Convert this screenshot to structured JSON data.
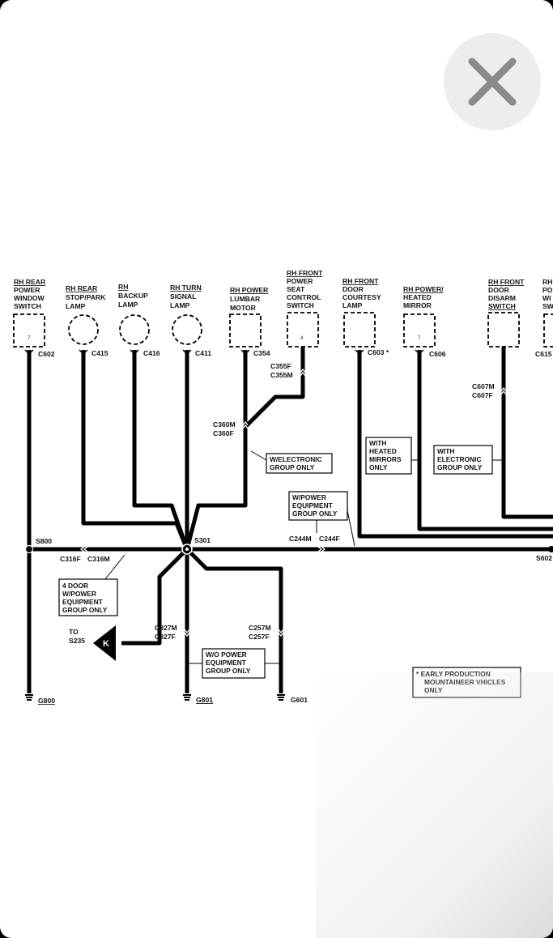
{
  "viewer": {
    "close_icon": "close-x-icon"
  },
  "components": [
    {
      "name": "RH REAR POWER WINDOW SWITCH",
      "lines": [
        "RH REAR",
        "POWER",
        "WINDOW",
        "SWITCH"
      ],
      "pin": "7",
      "connector": "C602"
    },
    {
      "name": "RH REAR STOP/PARK LAMP",
      "lines": [
        "RH REAR",
        "STOP/PARK",
        "LAMP"
      ],
      "connector": "C415"
    },
    {
      "name": "RH BACKUP LAMP",
      "lines": [
        "RH",
        "BACKUP",
        "LAMP"
      ],
      "connector": "C416"
    },
    {
      "name": "RH TURN SIGNAL LAMP",
      "lines": [
        "RH TURN",
        "SIGNAL",
        "LAMP"
      ],
      "connector": "C411"
    },
    {
      "name": "RH POWER LUMBAR MOTOR",
      "lines": [
        "RH POWER",
        "LUMBAR",
        "MOTOR"
      ],
      "connector": "C354"
    },
    {
      "name": "RH FRONT POWER SEAT CONTROL SWITCH",
      "lines": [
        "RH FRONT",
        "POWER",
        "SEAT",
        "CONTROL",
        "SWITCH"
      ],
      "pin": "4"
    },
    {
      "name": "RH FRONT DOOR COURTESY LAMP",
      "lines": [
        "RH FRONT",
        "DOOR",
        "COURTESY",
        "LAMP"
      ],
      "connector": "C603 *"
    },
    {
      "name": "RH POWER/ HEATED MIRROR",
      "lines": [
        "RH POWER/",
        "HEATED",
        "MIRROR"
      ],
      "pin": "7",
      "connector": "C606"
    },
    {
      "name": "RH FRONT DOOR DISARM SWITCH",
      "lines": [
        "RH FRONT",
        "DOOR",
        "DISARM",
        "SWITCH"
      ]
    },
    {
      "name": "RH FRONT POWER WINDOW SWITCH (partial)",
      "lines": [
        "RH FRO",
        "PO",
        "WI",
        "SW"
      ],
      "connector": "C615"
    }
  ],
  "connectors": {
    "c355": [
      "C355F",
      "C355M"
    ],
    "c360": [
      "C360M",
      "C360F"
    ],
    "c607": [
      "C607M",
      "C607F"
    ],
    "c316": [
      "C316F",
      "C316M"
    ],
    "c244": [
      "C244M",
      "C244F"
    ],
    "c327": [
      "C327M",
      "C327F"
    ],
    "c257": [
      "C257M",
      "C257F"
    ]
  },
  "splices": {
    "s800": "S800",
    "s301": "S301",
    "s602": "S602"
  },
  "grounds": {
    "g800": "G800",
    "g801": "G801",
    "g601": "G601"
  },
  "notes": {
    "electronic": [
      "W/ELECTRONIC",
      "GROUP ONLY"
    ],
    "heated_mirrors": [
      "WITH",
      "HEATED",
      "MIRRORS",
      "ONLY"
    ],
    "with_electronic": [
      "WITH",
      "ELECTRONIC",
      "GROUP ONLY"
    ],
    "power_equipment": [
      "W/POWER",
      "EQUIPMENT",
      "GROUP ONLY"
    ],
    "four_door": [
      "4 DOOR",
      "W/POWER",
      "EQUIPMENT",
      "GROUP ONLY"
    ],
    "wo_power": [
      "W/O POWER",
      "EQUIPMENT",
      "GROUP ONLY"
    ],
    "early_production": [
      "*  EARLY PRODUCTION",
      "MOUNTAINEER VHICLES",
      "ONLY"
    ]
  },
  "offpage": {
    "to": "TO",
    "dest": "S235",
    "letter": "K"
  }
}
